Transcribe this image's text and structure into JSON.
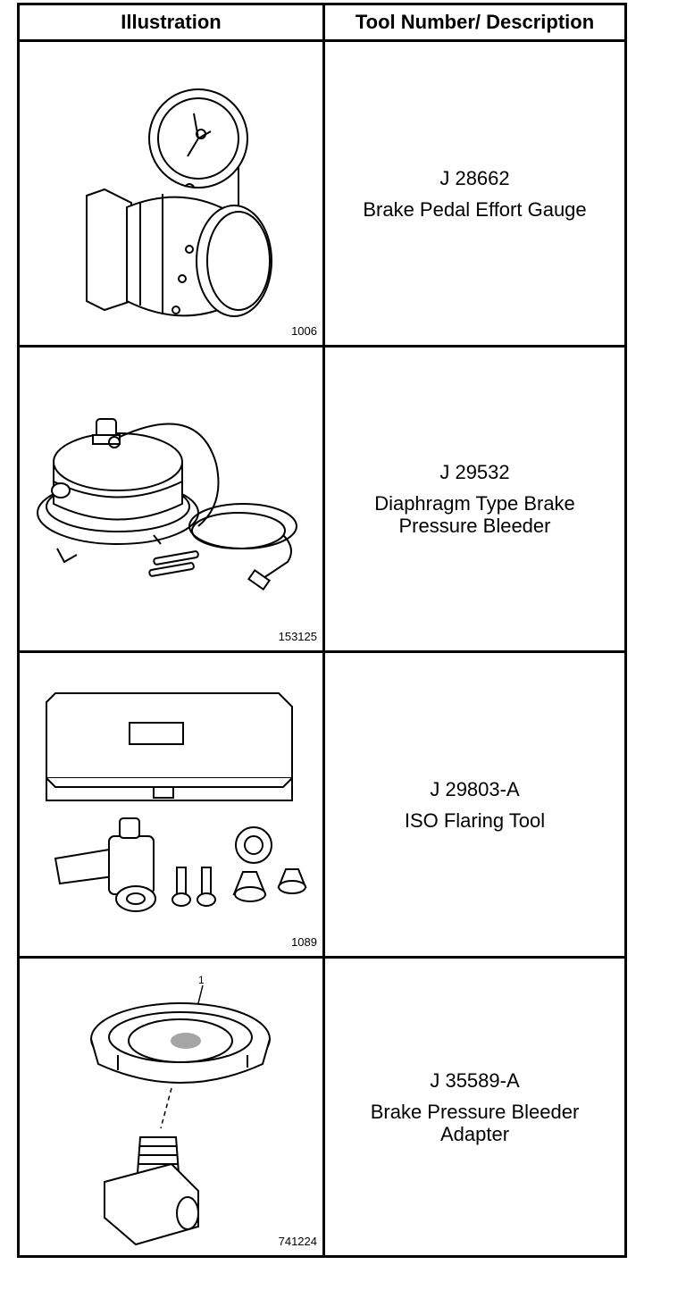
{
  "header": {
    "illustration": "Illustration",
    "tool": "Tool Number/ Description"
  },
  "rows": [
    {
      "fig": "1006",
      "number": "J 28662",
      "desc": [
        "Brake Pedal Effort Gauge"
      ],
      "icon": "pedal-effort-gauge"
    },
    {
      "fig": "153125",
      "number": "J 29532",
      "desc": [
        "Diaphragm Type Brake",
        "Pressure Bleeder"
      ],
      "icon": "pressure-bleeder"
    },
    {
      "fig": "1089",
      "number": "J 29803-A",
      "desc": [
        "ISO Flaring Tool"
      ],
      "icon": "flaring-tool-kit"
    },
    {
      "fig": "741224",
      "number": "J 35589-A",
      "desc": [
        "Brake Pressure Bleeder",
        "Adapter"
      ],
      "icon": "bleeder-adapter",
      "callout": "1"
    }
  ]
}
